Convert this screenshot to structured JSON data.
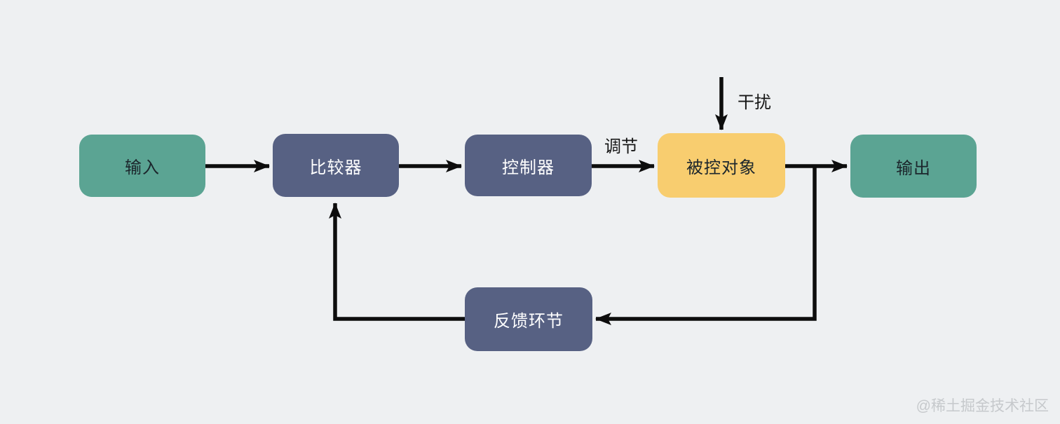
{
  "canvas": {
    "background": "#eef0f2",
    "watermark": "@稀土掘金技术社区",
    "watermark_color": "#c6c9cc"
  },
  "colors": {
    "green": "#5ba493",
    "slate": "#576183",
    "yellow": "#f8cd6f",
    "arrow": "#0d0d0d",
    "dark_text": "#1c262c",
    "light_text": "#ffffff"
  },
  "nodes": [
    {
      "id": "input",
      "label": "输入",
      "fill": "green"
    },
    {
      "id": "comparator",
      "label": "比较器",
      "fill": "slate"
    },
    {
      "id": "controller",
      "label": "控制器",
      "fill": "slate"
    },
    {
      "id": "plant",
      "label": "被控对象",
      "fill": "yellow"
    },
    {
      "id": "output",
      "label": "输出",
      "fill": "green"
    },
    {
      "id": "feedback",
      "label": "反馈环节",
      "fill": "slate"
    }
  ],
  "edge_labels": {
    "regulate": "调节",
    "disturbance": "干扰"
  },
  "edges": [
    {
      "from": "input",
      "to": "comparator",
      "label": ""
    },
    {
      "from": "comparator",
      "to": "controller",
      "label": ""
    },
    {
      "from": "controller",
      "to": "plant",
      "label": "调节"
    },
    {
      "from": "plant",
      "to": "output",
      "label": ""
    },
    {
      "from": "disturbance",
      "to": "plant",
      "label": "干扰"
    },
    {
      "from": "plant",
      "to": "feedback",
      "label": ""
    },
    {
      "from": "feedback",
      "to": "comparator",
      "label": ""
    }
  ]
}
